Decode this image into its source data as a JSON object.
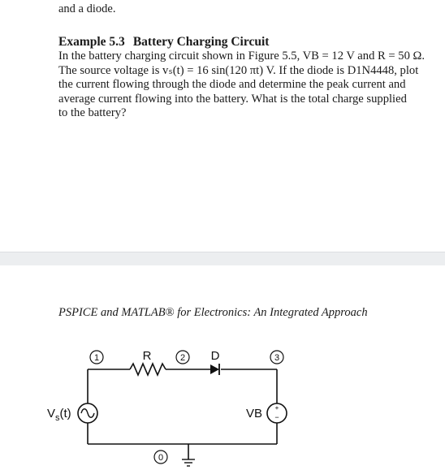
{
  "page1": {
    "clipped_line": "and a diode.",
    "example": {
      "number": "Example 5.3",
      "title": "Battery Charging Circuit",
      "body_lines": [
        "In the battery charging circuit shown in Figure 5.5, VB = 12 V and R = 50 Ω.",
        "The source voltage is vₛ(t) = 16 sin(120 πt) V. If the diode is D1N4448, plot",
        "the current flowing through the diode and determine the peak current and",
        "average current flowing into the battery. What is the total charge supplied",
        "to the battery?"
      ]
    }
  },
  "page2": {
    "running_header": "PSPICE and MATLAB® for Electronics: An Integrated Approach",
    "circuit": {
      "nodes": [
        "1",
        "2",
        "3",
        "0"
      ],
      "resistor_label": "R",
      "diode_label": "D",
      "source_label_main": "V",
      "source_label_sub": "s",
      "source_label_tail": "(t)",
      "battery_label": "VB",
      "battery_plus": "+",
      "battery_minus": "−"
    }
  }
}
